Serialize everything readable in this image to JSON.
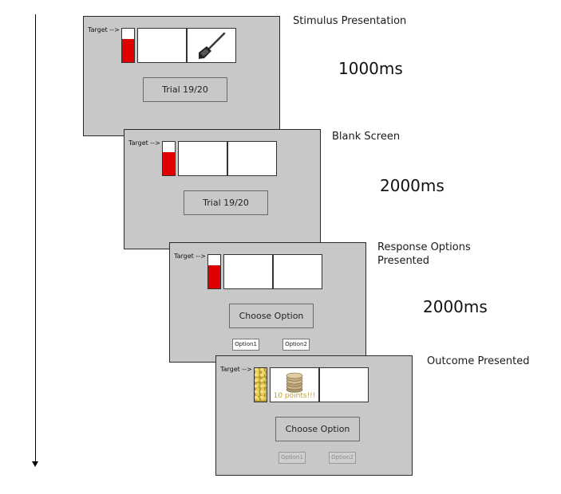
{
  "timeline": {
    "direction": "down-arrow"
  },
  "stages": [
    {
      "caption": [
        "Stimulus Presentation"
      ],
      "duration": "1000ms",
      "target_label": "Target -->",
      "gauge": {
        "level_fraction": 0.7,
        "style": "red"
      },
      "box_left_content": "empty",
      "box_right_content": "shovel-icon",
      "center_button": "Trial 19/20",
      "options": []
    },
    {
      "caption": [
        "Blank Screen"
      ],
      "duration": "2000ms",
      "target_label": "Target -->",
      "gauge": {
        "level_fraction": 0.7,
        "style": "red"
      },
      "box_left_content": "empty",
      "box_right_content": "empty",
      "center_button": "Trial 19/20",
      "options": []
    },
    {
      "caption": [
        "Response Options",
        "Presented"
      ],
      "duration": "2000ms",
      "target_label": "Target -->",
      "gauge": {
        "level_fraction": 0.7,
        "style": "red"
      },
      "box_left_content": "empty",
      "box_right_content": "empty",
      "center_button": "Choose Option",
      "options": [
        "Option1",
        "Option2"
      ],
      "options_enabled": true
    },
    {
      "caption": [
        "Outcome Presented"
      ],
      "duration": "",
      "target_label": "Target -->",
      "gauge": {
        "level_fraction": 1.0,
        "style": "gold-coins"
      },
      "box_left_content": "coin-stack-icon",
      "box_left_text": "10 points!!!",
      "box_right_content": "empty",
      "center_button": "Choose Option",
      "options": [
        "Option1",
        "Option2"
      ],
      "options_enabled": false
    }
  ],
  "colors": {
    "screen_bg": "#c8c8c8",
    "gauge_red": "#e00000",
    "points_gold": "#c9a21b"
  }
}
